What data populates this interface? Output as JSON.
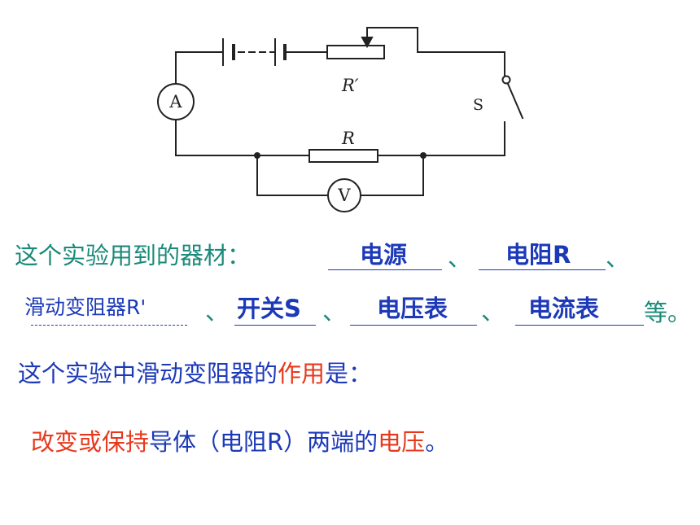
{
  "circuit": {
    "ammeter_label": "A",
    "voltmeter_label": "V",
    "rheostat_label": "R′",
    "resistor_label": "R",
    "switch_label": "S"
  },
  "q1": {
    "prompt": "这个实验用到的器材：",
    "answers": [
      "电源",
      "电阻R",
      "滑动变阻器R'",
      "开关S",
      "电压表",
      "电流表"
    ],
    "separator": "、",
    "ending": "等。"
  },
  "q2": {
    "prompt_a": "这个实验中滑动变阻器的",
    "prompt_b": "作用",
    "prompt_c": "是："
  },
  "answer": {
    "part_a": "改变或保持",
    "part_b": "导体（电阻R）两端的",
    "part_c": "电压",
    "part_d": "。"
  }
}
